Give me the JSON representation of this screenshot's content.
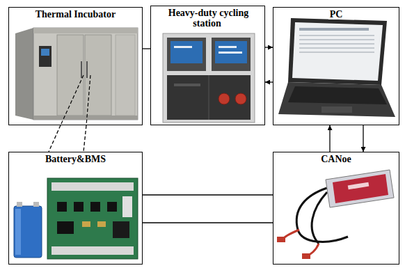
{
  "diagram": {
    "nodes": [
      {
        "text": [
          "Thermal Incubator"
        ]
      },
      {
        "text": [
          "Heavy-duty cycling station"
        ]
      },
      {
        "text": [
          "PC"
        ]
      },
      {
        "text": [
          "Battery&BMS"
        ]
      },
      {
        "text": [
          "CANoe"
        ]
      }
    ],
    "edges": [
      {
        "from": 0,
        "to": 1,
        "arrow": "none"
      },
      {
        "from": 1,
        "to": 2,
        "arrow": "to"
      },
      {
        "from": 2,
        "to": 1,
        "arrow": "to"
      },
      {
        "from": 0,
        "to": 3,
        "arrow": "none"
      },
      {
        "from": 0,
        "to": 3,
        "arrow": "none"
      },
      {
        "from": 4,
        "to": 2,
        "arrow": "to"
      },
      {
        "from": 2,
        "to": 4,
        "arrow": "to"
      },
      {
        "from": 3,
        "to": 4,
        "arrow": "none"
      },
      {
        "from": 3,
        "to": 4,
        "arrow": "none"
      }
    ]
  }
}
